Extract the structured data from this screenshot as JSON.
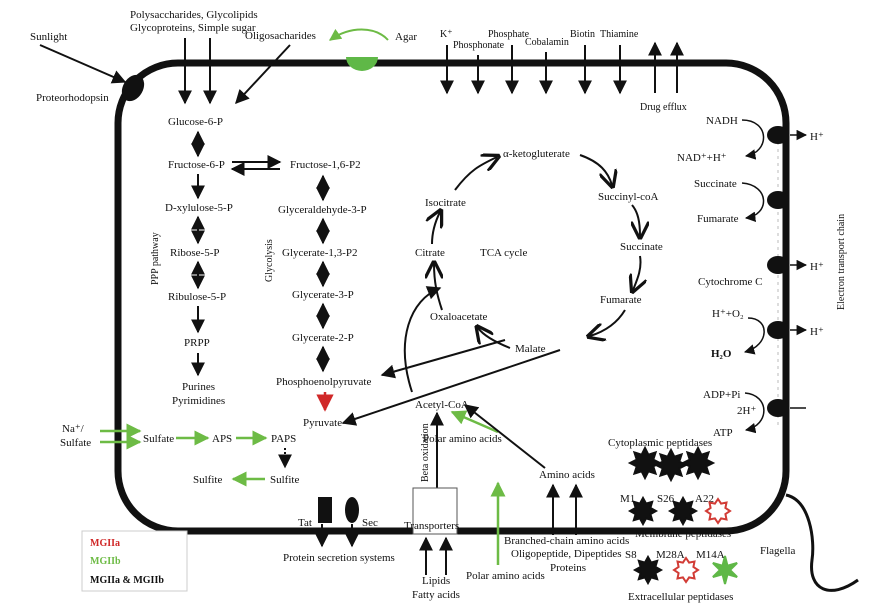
{
  "colors": {
    "black": "#111111",
    "green": "#6dbb45",
    "red": "#d02828",
    "green_fill": "#5fb847",
    "red_outline": "#d23c36"
  },
  "outside": {
    "sunlight": "Sunlight",
    "proteorhodopsin": "Proteorhodopsin",
    "sugars_line1": "Polysaccharides, Glycolipids",
    "sugars_line2": "Glycoproteins, Simple sugar",
    "oligosaccharides": "Oligosacharides",
    "agar": "Agar",
    "k": "K⁺",
    "phosphonate": "Phosphonate",
    "phosphate": "Phosphate",
    "cobalamin": "Cobalamin",
    "biotin": "Biotin",
    "thiamine": "Thiamine",
    "drug_efflux": "Drug efflux",
    "na": "Na⁺/",
    "sulfate_out": "Sulfate",
    "lipids": "Lipids",
    "fatty_acids": "Fatty acids",
    "polar_aa_out": "Polar amino acids",
    "branched_aa": "Branched-chain amino acids",
    "oligopeptide": "Oligopeptide, Dipeptides",
    "proteins": "Proteins",
    "protein_secretion": "Protein secretion systems",
    "tat": "Tat",
    "sec": "Sec",
    "flagella": "Flagella"
  },
  "ppp": {
    "title": "PPP pathway",
    "items": [
      "Glucose-6-P",
      "Fructose-6-P",
      "D-xylulose-5-P",
      "Ribose-5-P",
      "Ribulose-5-P",
      "PRPP"
    ],
    "purines": "Purines",
    "pyrimidines": "Pyrimidines"
  },
  "glycolysis": {
    "title": "Glycolysis",
    "items": [
      "Fructose-1,6-P2",
      "Glyceraldehyde-3-P",
      "Glycerate-1,3-P2",
      "Glycerate-3-P",
      "Glycerate-2-P",
      "Phosphoenolpyruvate"
    ],
    "pyruvate": "Pyruvate"
  },
  "tca": {
    "title": "TCA cycle",
    "items": [
      "α-ketogluterate",
      "Succinyl-coA",
      "Succinate",
      "Fumarate",
      "Malate",
      "Oxaloacetate",
      "Citrate",
      "Isocitrate"
    ],
    "acetyl_coa": "Acetyl-CoA",
    "beta_oxidation": "Beta oxidation",
    "transporters": "Transporters",
    "polar_aa_in": "Polar amino acids",
    "amino_acids": "Amino acids"
  },
  "sulfur": {
    "sulfate": "Sulfate",
    "aps": "APS",
    "paps": "PAPS",
    "sulfite": "Sulfite",
    "sulfite_out": "Sulfite"
  },
  "etc": {
    "title": "Electron transport chain",
    "nadh": "NADH",
    "nad": "NAD⁺+H⁺",
    "h1": "H⁺",
    "succinate": "Succinate",
    "fumarate": "Fumarate",
    "h2": "H⁺",
    "cytochrome": "Cytochrome C",
    "h3": "H⁺",
    "h_o2": "H⁺+O₂",
    "h2o": "H₂O",
    "adp": "ADP+Pi",
    "two_h": "2H⁺",
    "atp": "ATP"
  },
  "peptidases": {
    "cytoplasmic": "Cytoplasmic peptidases",
    "membrane": "Membrane peptidases",
    "extracellular": "Extracellular peptidases",
    "m1": "M1",
    "s26": "S26",
    "a22": "A22",
    "s8": "S8",
    "m28a": "M28A",
    "m14a": "M14A"
  },
  "legend": {
    "a": "MGIIa",
    "b": "MGIIb",
    "ab": "MGIIa & MGIIb"
  }
}
